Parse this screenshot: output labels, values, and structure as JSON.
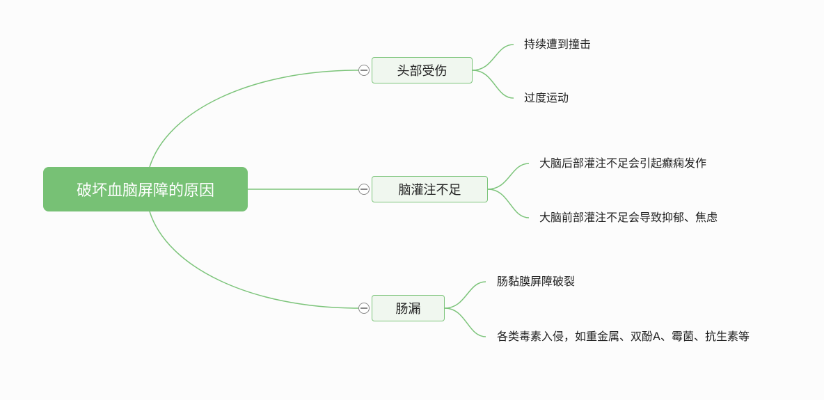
{
  "root": {
    "label": "破坏血脑屏障的原因"
  },
  "branches": [
    {
      "label": "头部受伤",
      "children": [
        "持续遭到撞击",
        "过度运动"
      ]
    },
    {
      "label": "脑灌注不足",
      "children": [
        "大脑后部灌注不足会引起癫痫发作",
        "大脑前部灌注不足会导致抑郁、焦虑"
      ]
    },
    {
      "label": "肠漏",
      "children": [
        "肠黏膜屏障破裂",
        "各类毒素入侵，如重金属、双酚A、霉菌、抗生素等"
      ]
    }
  ],
  "colors": {
    "accent": "#77c175",
    "line": "#7cc47a",
    "node_fill": "#f0f7ef"
  }
}
